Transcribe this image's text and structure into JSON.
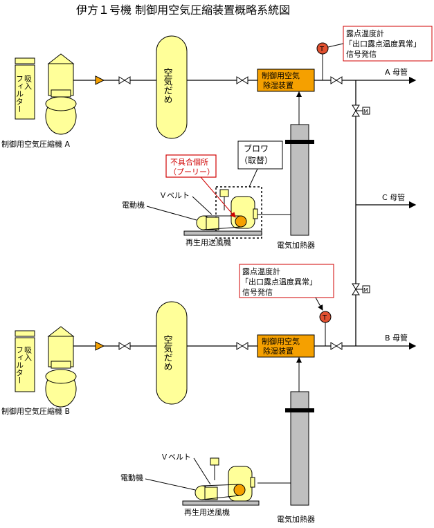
{
  "title": "伊方１号機 制御用空気圧縮装置概略系統図",
  "units": [
    {
      "compressor_label": "制御用空気圧縮機 A",
      "filter_label": [
        "吸入",
        "フィルター"
      ],
      "tank_label": "空気だめ",
      "dryer_label": [
        "制御用空気",
        "除湿装置"
      ],
      "header_label": "A 母管",
      "heater_label": "電気加熱器",
      "blower_label": "再生用送風機",
      "motor_label": "電動機",
      "belt_label": "Ｖベルト",
      "sensor_callout": [
        "露点温度計",
        "「出口露点温度異常」",
        "信号発信"
      ]
    },
    {
      "compressor_label": "制御用空気圧縮機 B",
      "filter_label": [
        "吸入",
        "フィルター"
      ],
      "tank_label": "空気だめ",
      "dryer_label": [
        "制御用空気",
        "除湿装置"
      ],
      "header_label": "B 母管",
      "heater_label": "電気加熱器",
      "blower_label": "再生用送風機",
      "motor_label": "電動機",
      "belt_label": "Ｖベルト",
      "sensor_callout": [
        "露点温度計",
        "「出口露点温度異常」",
        "信号発信"
      ]
    }
  ],
  "c_header_label": "C 母管",
  "blower_replaced_callout": [
    "ブロワ",
    "（取替）"
  ],
  "defect_callout": [
    "不具合個所",
    "（プーリー）"
  ],
  "sensor_symbol": "T",
  "motor_valve_symbol": "M",
  "colors": {
    "equipment": "#ffff99",
    "dryer": "#f5a000",
    "heater": "#bfbfbf",
    "sensor": "#e05030",
    "defect": "#e00000",
    "check_valve": "#f5a000"
  }
}
